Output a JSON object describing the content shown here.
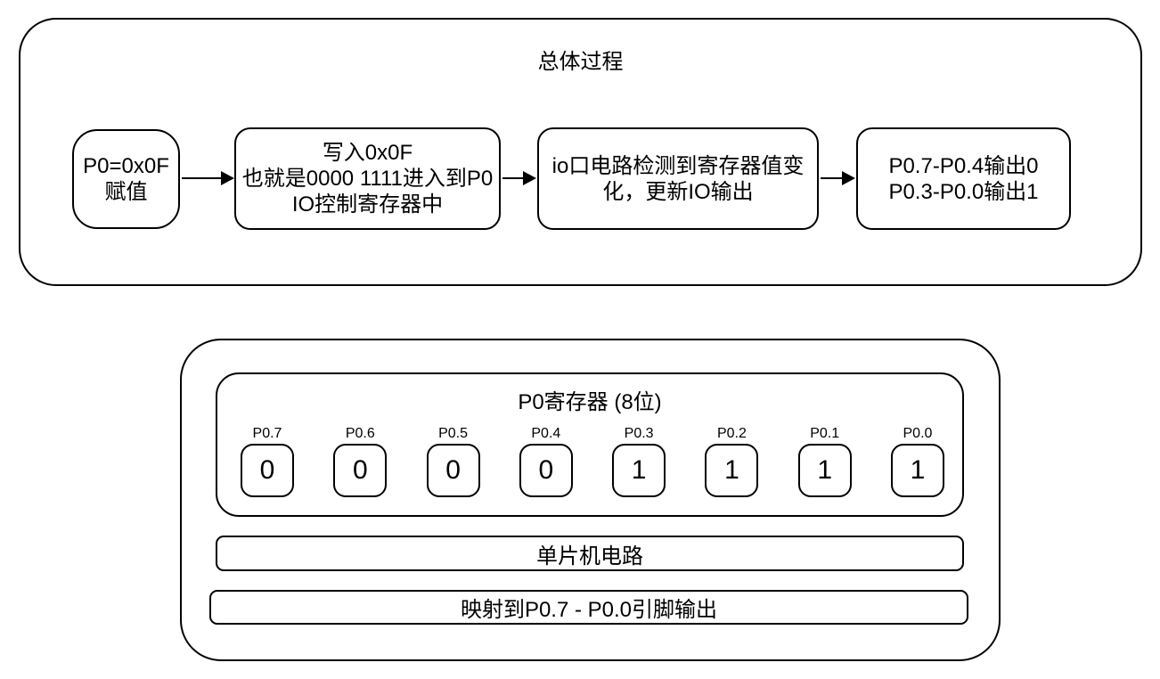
{
  "overall_process": {
    "title": "总体过程",
    "steps": [
      {
        "lines": [
          "P0=0x0F",
          "赋值"
        ]
      },
      {
        "lines": [
          "写入0x0F",
          "也就是0000 1111进入到P0",
          "IO控制寄存器中"
        ]
      },
      {
        "lines": [
          "io口电路检测到寄存器值变",
          "化，更新IO输出"
        ]
      },
      {
        "lines": [
          "P0.7-P0.4输出0",
          "P0.3-P0.0输出1"
        ]
      }
    ]
  },
  "register_panel": {
    "title": "P0寄存器 (8位)",
    "bits": [
      {
        "label": "P0.7",
        "value": "0"
      },
      {
        "label": "P0.6",
        "value": "0"
      },
      {
        "label": "P0.5",
        "value": "0"
      },
      {
        "label": "P0.4",
        "value": "0"
      },
      {
        "label": "P0.3",
        "value": "1"
      },
      {
        "label": "P0.2",
        "value": "1"
      },
      {
        "label": "P0.1",
        "value": "1"
      },
      {
        "label": "P0.0",
        "value": "1"
      }
    ],
    "circuit_label": "单片机电路",
    "mapping_label": "映射到P0.7 - P0.0引脚输出"
  },
  "colors": {
    "stroke": "#000000",
    "background": "#ffffff"
  }
}
